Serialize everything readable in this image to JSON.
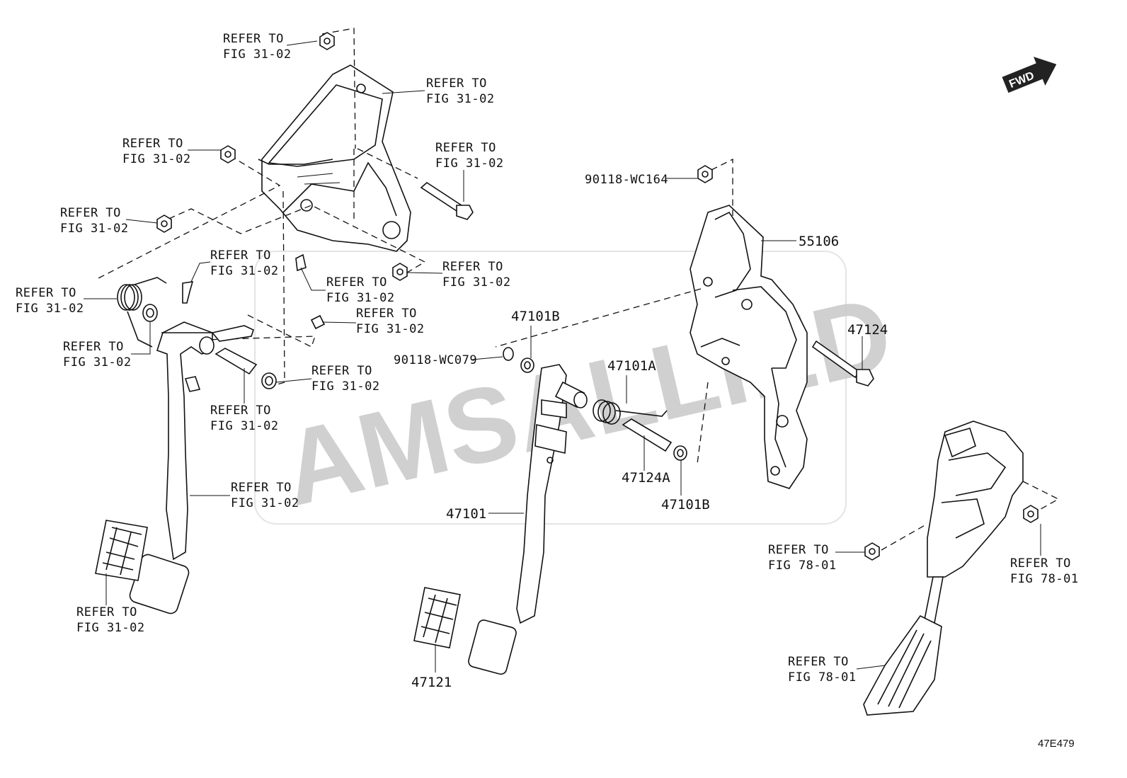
{
  "diagram": {
    "watermark": "AMSALLIED",
    "figure_code": "47E479",
    "fwd_label": "FWD",
    "labels": [
      {
        "id": "ref-top-nut",
        "line1": "REFER TO",
        "line2": "FIG 31-02"
      },
      {
        "id": "ref-bracket-top",
        "line1": "REFER TO",
        "line2": "FIG 31-02"
      },
      {
        "id": "ref-nut-left-upper",
        "line1": "REFER TO",
        "line2": "FIG 31-02"
      },
      {
        "id": "ref-bolt-bracket",
        "line1": "REFER TO",
        "line2": "FIG 31-02"
      },
      {
        "id": "ref-nut-left-mid",
        "line1": "REFER TO",
        "line2": "FIG 31-02"
      },
      {
        "id": "ref-clip-center",
        "line1": "REFER TO",
        "line2": "FIG 31-02"
      },
      {
        "id": "ref-nut-right-bracket",
        "line1": "REFER TO",
        "line2": "FIG 31-02"
      },
      {
        "id": "ref-screw-bracket",
        "line1": "REFER TO",
        "line2": "FIG 31-02"
      },
      {
        "id": "ref-spring-left",
        "line1": "REFER TO",
        "line2": "FIG 31-02"
      },
      {
        "id": "ref-pin",
        "line1": "REFER TO",
        "line2": "FIG 31-02"
      },
      {
        "id": "ref-bushing-left",
        "line1": "REFER TO",
        "line2": "FIG 31-02"
      },
      {
        "id": "ref-bushing-right",
        "line1": "REFER TO",
        "line2": "FIG 31-02"
      },
      {
        "id": "ref-collar",
        "line1": "REFER TO",
        "line2": "FIG 31-02"
      },
      {
        "id": "ref-brake-arm",
        "line1": "REFER TO",
        "line2": "FIG 31-02"
      },
      {
        "id": "ref-brake-pad",
        "line1": "REFER TO",
        "line2": "FIG 31-02"
      },
      {
        "id": "ref-accel-nut-left",
        "line1": "REFER TO",
        "line2": "FIG 78-01"
      },
      {
        "id": "ref-accel-nut-right",
        "line1": "REFER TO",
        "line2": "FIG 78-01"
      },
      {
        "id": "ref-accel-pedal",
        "line1": "REFER TO",
        "line2": "FIG 78-01"
      }
    ],
    "part_numbers": {
      "p90118_wc164": "90118-WC164",
      "p55106": "55106",
      "p47101b_top": "47101B",
      "p90118_wc079": "90118-WC079",
      "p47101a": "47101A",
      "p47124": "47124",
      "p47124a": "47124A",
      "p47101b_bottom": "47101B",
      "p47101": "47101",
      "p47121": "47121"
    }
  }
}
